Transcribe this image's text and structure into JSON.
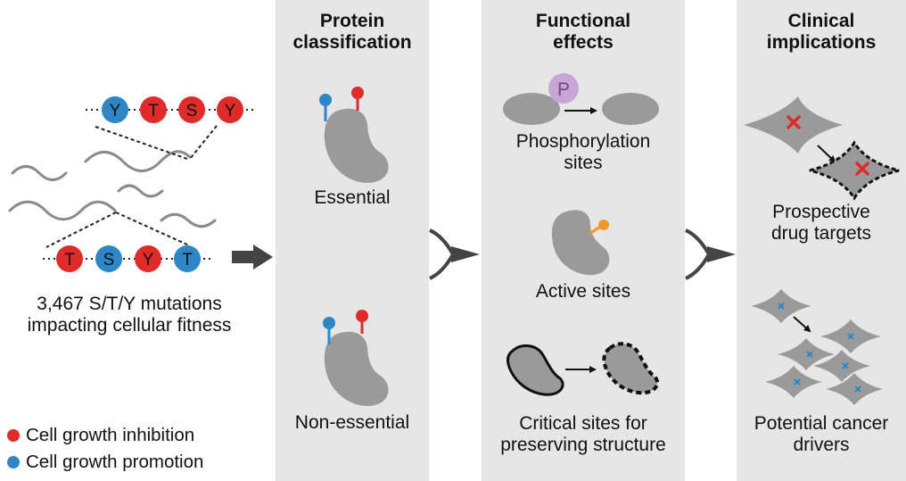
{
  "colors": {
    "inhibition": "#e02b2b",
    "promotion": "#2f86c6",
    "orange": "#f0962a",
    "panel": "#e6e6e6",
    "protein": "#9a9a9a",
    "phospho": "#c7a6d6"
  },
  "left": {
    "top_residues": [
      "Y",
      "T",
      "S",
      "Y"
    ],
    "bottom_residues": [
      "T",
      "S",
      "Y",
      "T"
    ],
    "summary_line1": "3,467 S/T/Y mutations",
    "summary_line2": "impacting cellular fitness",
    "legend": [
      {
        "label": "Cell growth inhibition",
        "color": "#e02b2b"
      },
      {
        "label": "Cell growth promotion",
        "color": "#2f86c6"
      }
    ]
  },
  "protein_classification": {
    "heading_line1": "Protein",
    "heading_line2": "classification",
    "essential_label": "Essential",
    "nonessential_label": "Non-essential"
  },
  "functional_effects": {
    "heading_line1": "Functional",
    "heading_line2": "effects",
    "phospho_marker": "P",
    "phospho_label_line1": "Phosphorylation",
    "phospho_label_line2": "sites",
    "active_label": "Active sites",
    "structure_label_line1": "Critical sites for",
    "structure_label_line2": "preserving structure"
  },
  "clinical_implications": {
    "heading_line1": "Clinical",
    "heading_line2": "implications",
    "drug_label_line1": "Prospective",
    "drug_label_line2": "drug targets",
    "cancer_label_line1": "Potential cancer",
    "cancer_label_line2": "drivers"
  }
}
